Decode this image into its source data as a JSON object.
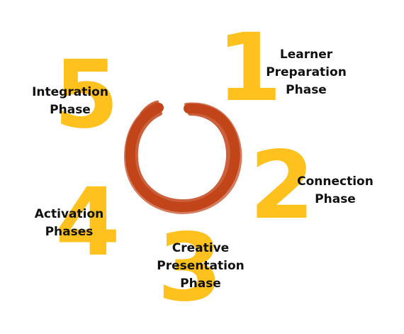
{
  "colors": {
    "number_fill": "#FFC11E",
    "circle_stroke": "#C2451A",
    "text": "#111111",
    "background": "#ffffff"
  },
  "phases": [
    {
      "number": "1",
      "lines": [
        "Learner",
        "Preparation",
        "Phase"
      ]
    },
    {
      "number": "2",
      "lines": [
        "Connection",
        "Phase"
      ]
    },
    {
      "number": "3",
      "lines": [
        "Creative",
        "Presentation",
        "Phase"
      ]
    },
    {
      "number": "4",
      "lines": [
        "Activation",
        "Phases"
      ]
    },
    {
      "number": "5",
      "lines": [
        "Integration",
        "Phase"
      ]
    }
  ]
}
